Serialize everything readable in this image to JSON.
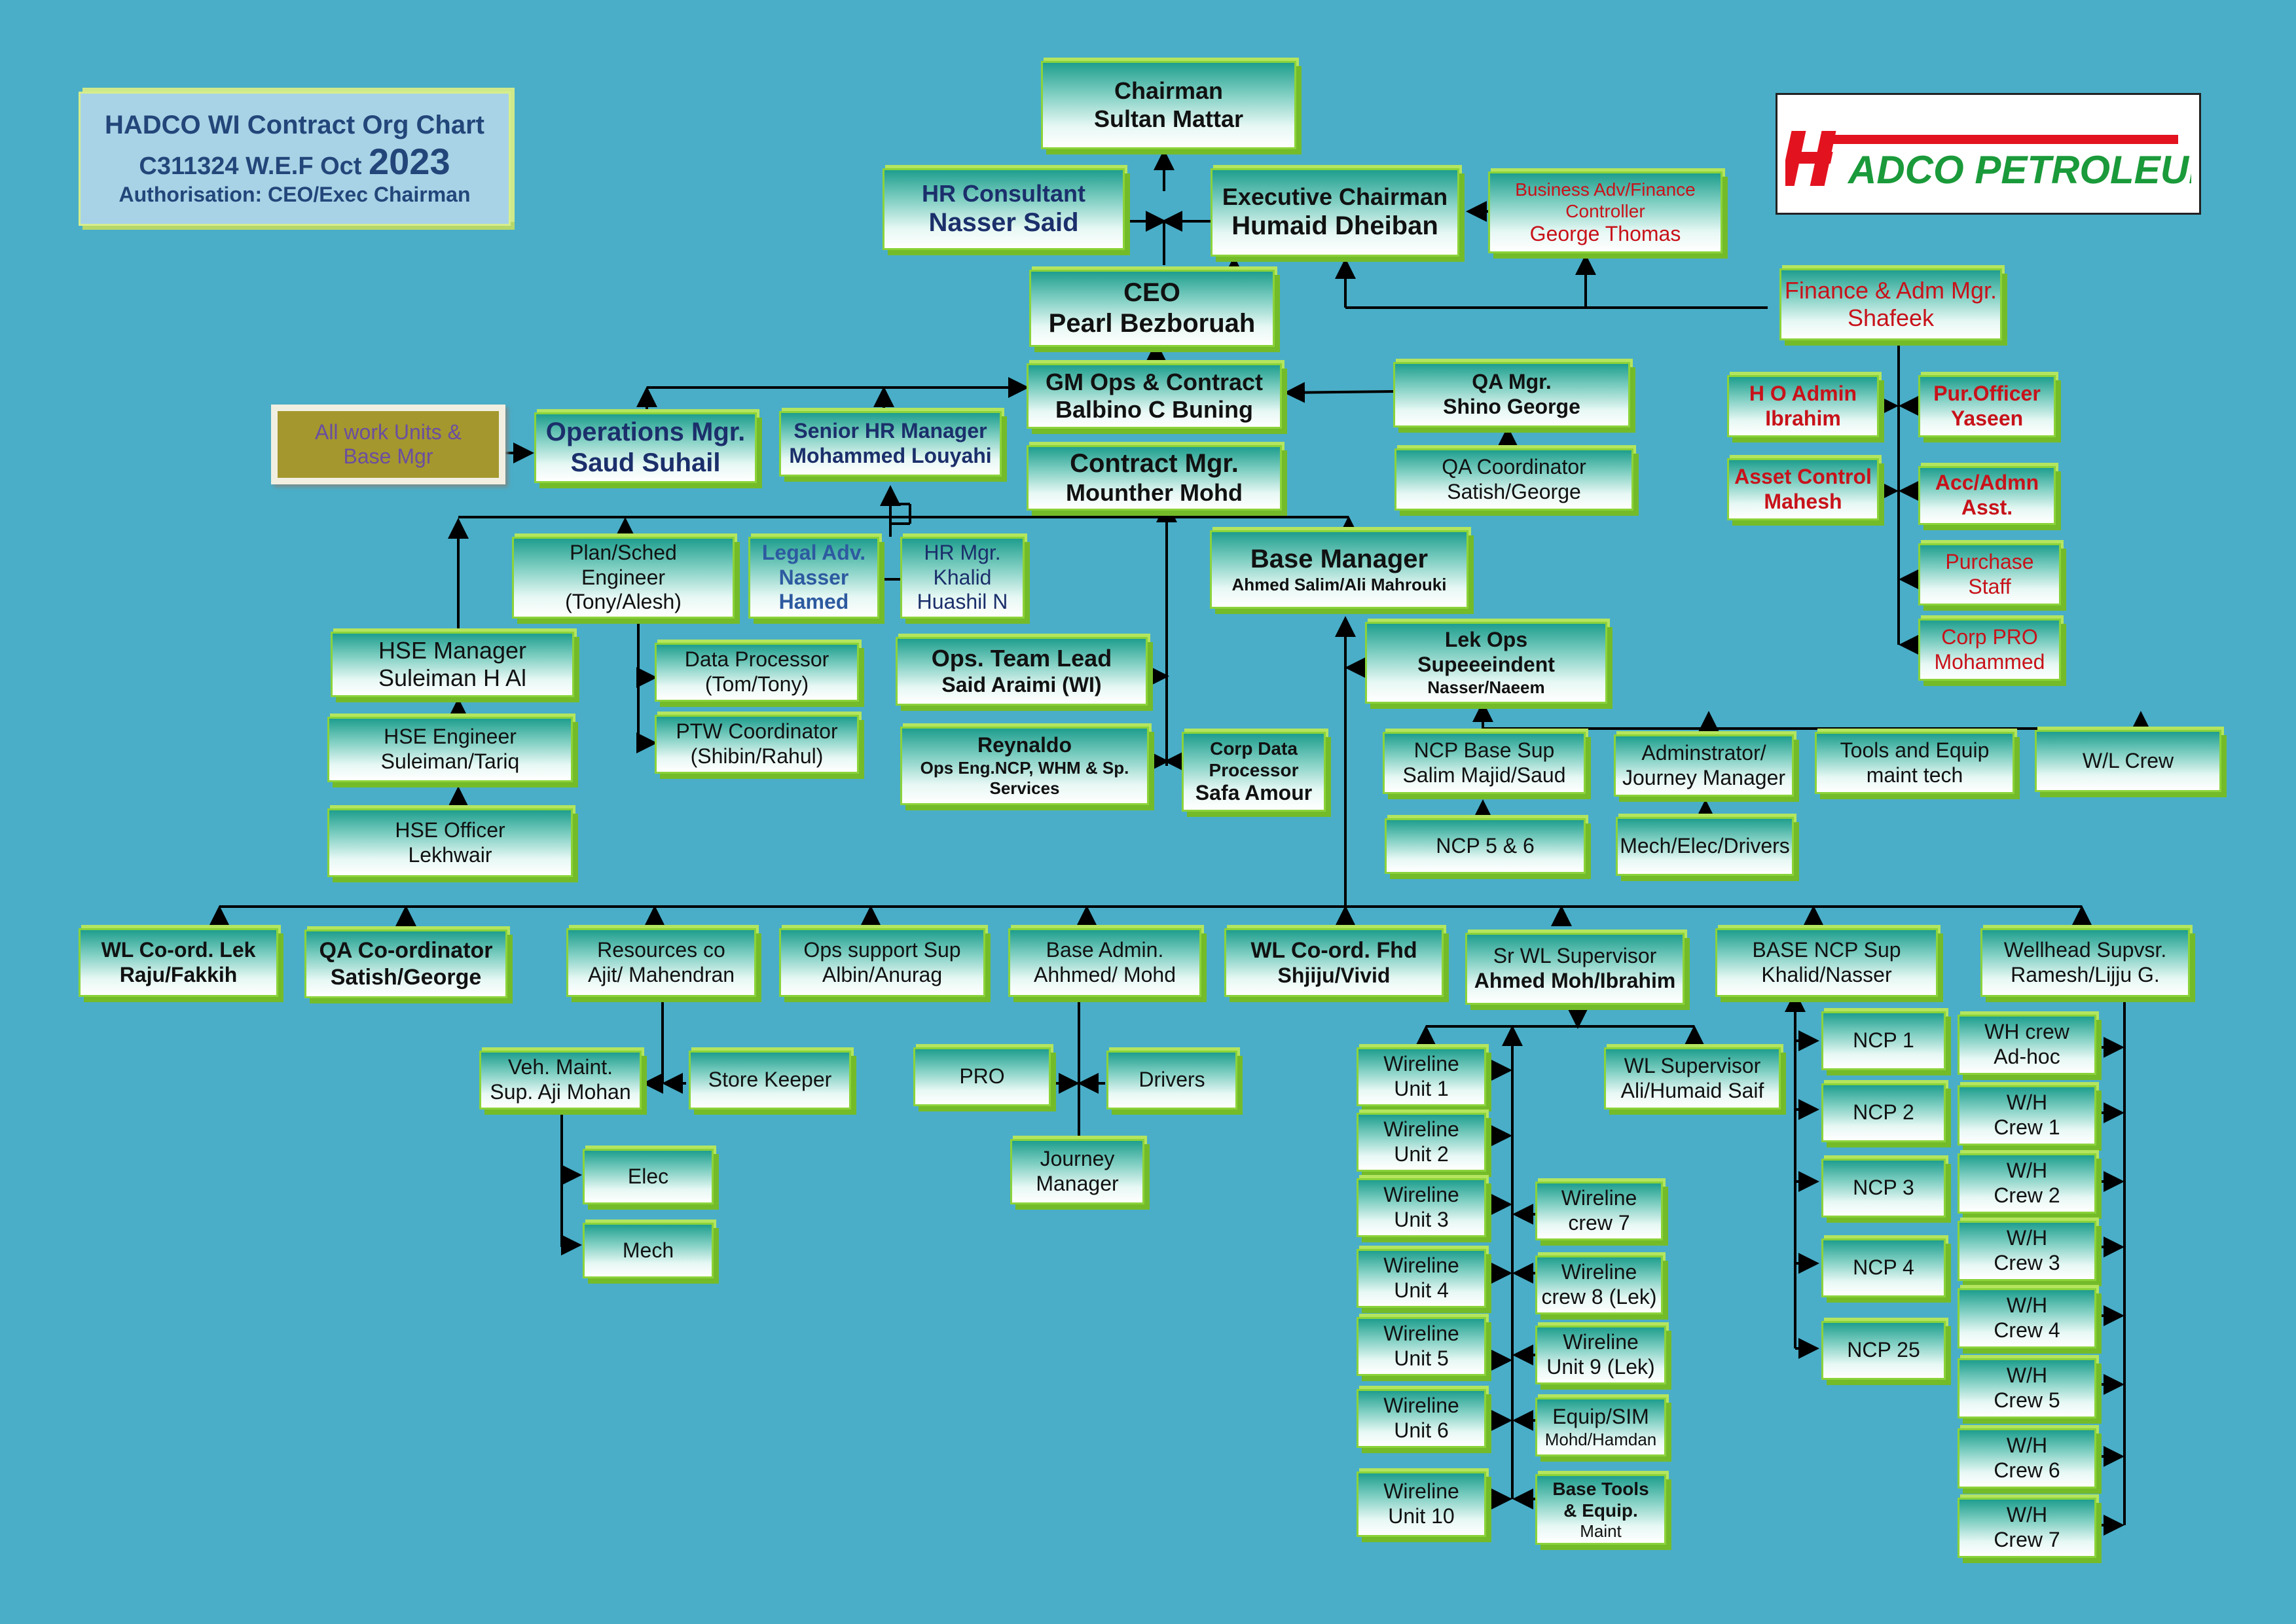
{
  "header": {
    "title_line1": "HADCO WI Contract Org Chart",
    "title_line2a": "C311324 W.E.F Oct",
    "title_line2b": "2023",
    "title_line3": "Authorisation: CEO/Exec Chairman"
  },
  "logo": {
    "text": "ADCO PETROLEUM",
    "colors": {
      "red": "#e3121f",
      "green": "#1a9a3a"
    }
  },
  "work_units": {
    "line1": "All work Units &",
    "line2": "Base Mgr"
  },
  "nodes": {
    "chairman": {
      "l1": "Chairman",
      "l2": "Sultan Mattar"
    },
    "hr_consultant": {
      "l1": "HR Consultant",
      "l2": "Nasser Said"
    },
    "exec_chairman": {
      "l1": "Executive Chairman",
      "l2": "Humaid Dheiban"
    },
    "bus_adv": {
      "l1": "Business Adv/Finance",
      "l2": "Controller",
      "l3": "George Thomas"
    },
    "ceo": {
      "l1": "CEO",
      "l2": "Pearl Bezboruah"
    },
    "fin_adm": {
      "l1": "Finance & Adm Mgr.",
      "l2": "Shafeek"
    },
    "gm_ops": {
      "l1": "GM Ops & Contract",
      "l2": "Balbino C Buning"
    },
    "qa_mgr": {
      "l1": "QA Mgr.",
      "l2": "Shino George"
    },
    "ho_admin": {
      "l1": "H O Admin",
      "l2": "Ibrahim"
    },
    "pur_officer": {
      "l1": "Pur.Officer",
      "l2": "Yaseen"
    },
    "ops_mgr": {
      "l1": "Operations Mgr.",
      "l2": "Saud Suhail"
    },
    "snr_hr": {
      "l1": "Senior HR Manager",
      "l2": "Mohammed Louyahi"
    },
    "contract_mgr": {
      "l1": "Contract Mgr.",
      "l2": "Mounther Mohd"
    },
    "qa_coord": {
      "l1": "QA Coordinator",
      "l2": "Satish/George"
    },
    "asset_ctrl": {
      "l1": "Asset Control",
      "l2": "Mahesh"
    },
    "acc_admn": {
      "l1": "Acc/Admn",
      "l2": "Asst."
    },
    "plan_sched": {
      "l1": "Plan/Sched",
      "l2": "Engineer",
      "l3": "(Tony/Alesh)"
    },
    "legal_adv": {
      "l1": "Legal Adv.",
      "l2": "Nasser",
      "l3": "Hamed"
    },
    "hr_mgr": {
      "l1": "HR Mgr.",
      "l2": "Khalid",
      "l3": "Huashil N"
    },
    "base_mgr": {
      "l1": "Base Manager",
      "l2": "Ahmed Salim/Ali Mahrouki"
    },
    "purchase_staff": {
      "l1": "Purchase",
      "l2": "Staff"
    },
    "corp_pro": {
      "l1": "Corp PRO",
      "l2": "Mohammed"
    },
    "hse_mgr": {
      "l1": "HSE Manager",
      "l2": "Suleiman H Al"
    },
    "data_proc": {
      "l1": "Data Processor",
      "l2": "(Tom/Tony)"
    },
    "ops_team_lead": {
      "l1": "Ops. Team Lead",
      "l2": "Said Araimi (WI)"
    },
    "lek_ops": {
      "l1": "Lek Ops",
      "l2": "Supeeeindent",
      "l3": "Nasser/Naeem"
    },
    "hse_eng": {
      "l1": "HSE Engineer",
      "l2": "Suleiman/Tariq"
    },
    "ptw": {
      "l1": "PTW Coordinator",
      "l2": "(Shibin/Rahul)"
    },
    "reynaldo": {
      "l1": "Reynaldo",
      "l2": "Ops Eng.NCP, WHM & Sp.",
      "l3": "Services"
    },
    "corp_data": {
      "l1": "Corp Data",
      "l2": "Processor",
      "l3": "Safa Amour"
    },
    "ncp_base_sup": {
      "l1": "NCP Base Sup",
      "l2": "Salim Majid/Saud"
    },
    "admin_jm": {
      "l1": "Adminstrator/",
      "l2": "Journey Manager"
    },
    "tools_equip": {
      "l1": "Tools and Equip",
      "l2": "maint tech"
    },
    "wl_crew": {
      "l1": "W/L Crew"
    },
    "hse_officer": {
      "l1": "HSE Officer",
      "l2": "Lekhwair"
    },
    "ncp56": {
      "l1": "NCP 5 & 6"
    },
    "mech_elec": {
      "l1": "Mech/Elec/Drivers"
    },
    "wl_lek": {
      "l1": "WL Co-ord. Lek",
      "l2": "Raju/Fakkih"
    },
    "qa_co": {
      "l1": "QA Co-ordinator",
      "l2": "Satish/George"
    },
    "resources": {
      "l1": "Resources co",
      "l2": "Ajit/ Mahendran"
    },
    "ops_support": {
      "l1": "Ops support Sup",
      "l2": "Albin/Anurag"
    },
    "base_admin": {
      "l1": "Base Admin.",
      "l2": "Ahhmed/ Mohd"
    },
    "wl_fhd": {
      "l1": "WL Co-ord. Fhd",
      "l2": "Shjiju/Vivid"
    },
    "sr_wl_sup": {
      "l1": "Sr WL Supervisor",
      "l2": "Ahmed Moh/Ibrahim"
    },
    "base_ncp": {
      "l1": "BASE NCP Sup",
      "l2": "Khalid/Nasser"
    },
    "wellhead": {
      "l1": "Wellhead Supvsr.",
      "l2": "Ramesh/Lijju G."
    },
    "veh_maint": {
      "l1": "Veh. Maint.",
      "l2": "Sup. Aji Mohan"
    },
    "store_keeper": {
      "l1": "Store Keeper"
    },
    "pro": {
      "l1": "PRO"
    },
    "drivers": {
      "l1": "Drivers"
    },
    "journey_mgr": {
      "l1": "Journey",
      "l2": "Manager"
    },
    "elec": {
      "l1": "Elec"
    },
    "mech": {
      "l1": "Mech"
    },
    "wl_sup": {
      "l1": "WL Supervisor",
      "l2": "Ali/Humaid Saif"
    },
    "wu1": {
      "l1": "Wireline",
      "l2": "Unit 1"
    },
    "wu2": {
      "l1": "Wireline",
      "l2": "Unit 2"
    },
    "wu3": {
      "l1": "Wireline",
      "l2": "Unit 3"
    },
    "wu4": {
      "l1": "Wireline",
      "l2": "Unit 4"
    },
    "wu5": {
      "l1": "Wireline",
      "l2": "Unit 5"
    },
    "wu6": {
      "l1": "Wireline",
      "l2": "Unit 6"
    },
    "wu10": {
      "l1": "Wireline",
      "l2": "Unit 10"
    },
    "wc7": {
      "l1": "Wireline",
      "l2": "crew 7"
    },
    "wc8": {
      "l1": "Wireline",
      "l2": "crew 8 (Lek)"
    },
    "wu9": {
      "l1": "Wireline",
      "l2": "Unit 9 (Lek)"
    },
    "equip_sim": {
      "l1": "Equip/SIM",
      "l2": "Mohd/Hamdan"
    },
    "base_tools": {
      "l1": "Base Tools",
      "l2": "& Equip.",
      "l3": "Maint"
    },
    "ncp1": {
      "l1": "NCP 1"
    },
    "ncp2": {
      "l1": "NCP 2"
    },
    "ncp3": {
      "l1": "NCP 3"
    },
    "ncp4": {
      "l1": "NCP 4"
    },
    "ncp25": {
      "l1": "NCP 25"
    },
    "wh_adhoc": {
      "l1": "WH crew",
      "l2": "Ad-hoc"
    },
    "wh1": {
      "l1": "W/H",
      "l2": "Crew 1"
    },
    "wh2": {
      "l1": "W/H",
      "l2": "Crew 2"
    },
    "wh3": {
      "l1": "W/H",
      "l2": "Crew 3"
    },
    "wh4": {
      "l1": "W/H",
      "l2": "Crew 4"
    },
    "wh5": {
      "l1": "W/H",
      "l2": "Crew 5"
    },
    "wh6": {
      "l1": "W/H",
      "l2": "Crew 6"
    },
    "wh7": {
      "l1": "W/H",
      "l2": "Crew 7"
    }
  }
}
